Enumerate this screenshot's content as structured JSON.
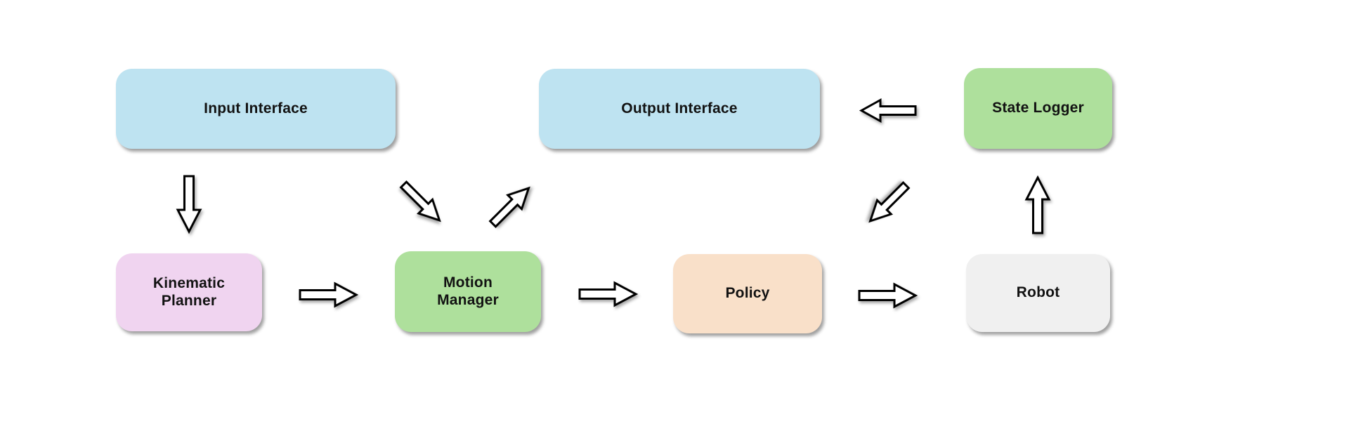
{
  "diagram": {
    "background": "#ffffff",
    "nodes": [
      {
        "id": "input-interface",
        "label": "Input Interface",
        "fill": "#BEE3F1"
      },
      {
        "id": "output-interface",
        "label": "Output Interface",
        "fill": "#BEE3F1"
      },
      {
        "id": "state-logger",
        "label": "State Logger",
        "fill": "#AEE09C"
      },
      {
        "id": "kinematic-planner",
        "label": "Kinematic\nPlanner",
        "fill": "#F0D4F0"
      },
      {
        "id": "motion-manager",
        "label": "Motion\nManager",
        "fill": "#AEE09C"
      },
      {
        "id": "policy",
        "label": "Policy",
        "fill": "#F9E0C9"
      },
      {
        "id": "robot",
        "label": "Robot",
        "fill": "#F0F0F0"
      }
    ],
    "arrows": [
      {
        "id": "input-to-kinematic",
        "from": "Input Interface",
        "to": "Kinematic Planner",
        "direction": "down"
      },
      {
        "id": "input-to-motion",
        "from": "Input Interface",
        "to": "Motion Manager",
        "direction": "down-right"
      },
      {
        "id": "kinematic-to-motion",
        "from": "Kinematic Planner",
        "to": "Motion Manager",
        "direction": "right"
      },
      {
        "id": "motion-to-output",
        "from": "Motion Manager",
        "to": "Output Interface",
        "direction": "up-right"
      },
      {
        "id": "motion-to-policy",
        "from": "Motion Manager",
        "to": "Policy",
        "direction": "right"
      },
      {
        "id": "policy-to-robot",
        "from": "Policy",
        "to": "Robot",
        "direction": "right"
      },
      {
        "id": "robot-to-statelogger",
        "from": "Robot",
        "to": "State Logger",
        "direction": "up"
      },
      {
        "id": "statelogger-to-output",
        "from": "State Logger",
        "to": "Output Interface",
        "direction": "left"
      },
      {
        "id": "statelogger-to-policy",
        "from": "State Logger",
        "to": "Policy",
        "direction": "down-left"
      }
    ],
    "arrow_style": {
      "fill": "#ffffff",
      "stroke": "#000000"
    }
  }
}
